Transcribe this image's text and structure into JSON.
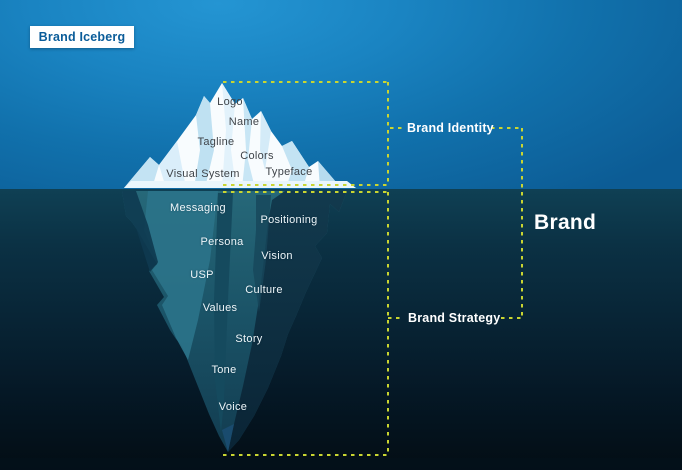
{
  "badge": {
    "label": "Brand Iceberg"
  },
  "annotations": {
    "identity": "Brand Identity",
    "strategy": "Brand Strategy",
    "brand": "Brand"
  },
  "iceberg": {
    "above_labels": [
      {
        "id": "logo",
        "text": "Logo"
      },
      {
        "id": "name",
        "text": "Name"
      },
      {
        "id": "tagline",
        "text": "Tagline"
      },
      {
        "id": "colors",
        "text": "Colors"
      },
      {
        "id": "visual-system",
        "text": "Visual System"
      },
      {
        "id": "typeface",
        "text": "Typeface"
      }
    ],
    "below_labels": [
      {
        "id": "messaging",
        "text": "Messaging"
      },
      {
        "id": "positioning",
        "text": "Positioning"
      },
      {
        "id": "persona",
        "text": "Persona"
      },
      {
        "id": "vision",
        "text": "Vision"
      },
      {
        "id": "usp",
        "text": "USP"
      },
      {
        "id": "culture",
        "text": "Culture"
      },
      {
        "id": "values",
        "text": "Values"
      },
      {
        "id": "story",
        "text": "Story"
      },
      {
        "id": "tone",
        "text": "Tone"
      },
      {
        "id": "voice",
        "text": "Voice"
      }
    ]
  },
  "colors": {
    "dashed_accent": "#c9d531",
    "sky_highlight": "#2495d3",
    "sky_deep": "#0c5c95",
    "water_top": "#0f4054",
    "water_bottom": "#030d14",
    "badge_bg": "#ffffff",
    "badge_text": "#0a5c99",
    "above_label_color": "#3f4449",
    "below_label_color": "#eef6f9"
  }
}
